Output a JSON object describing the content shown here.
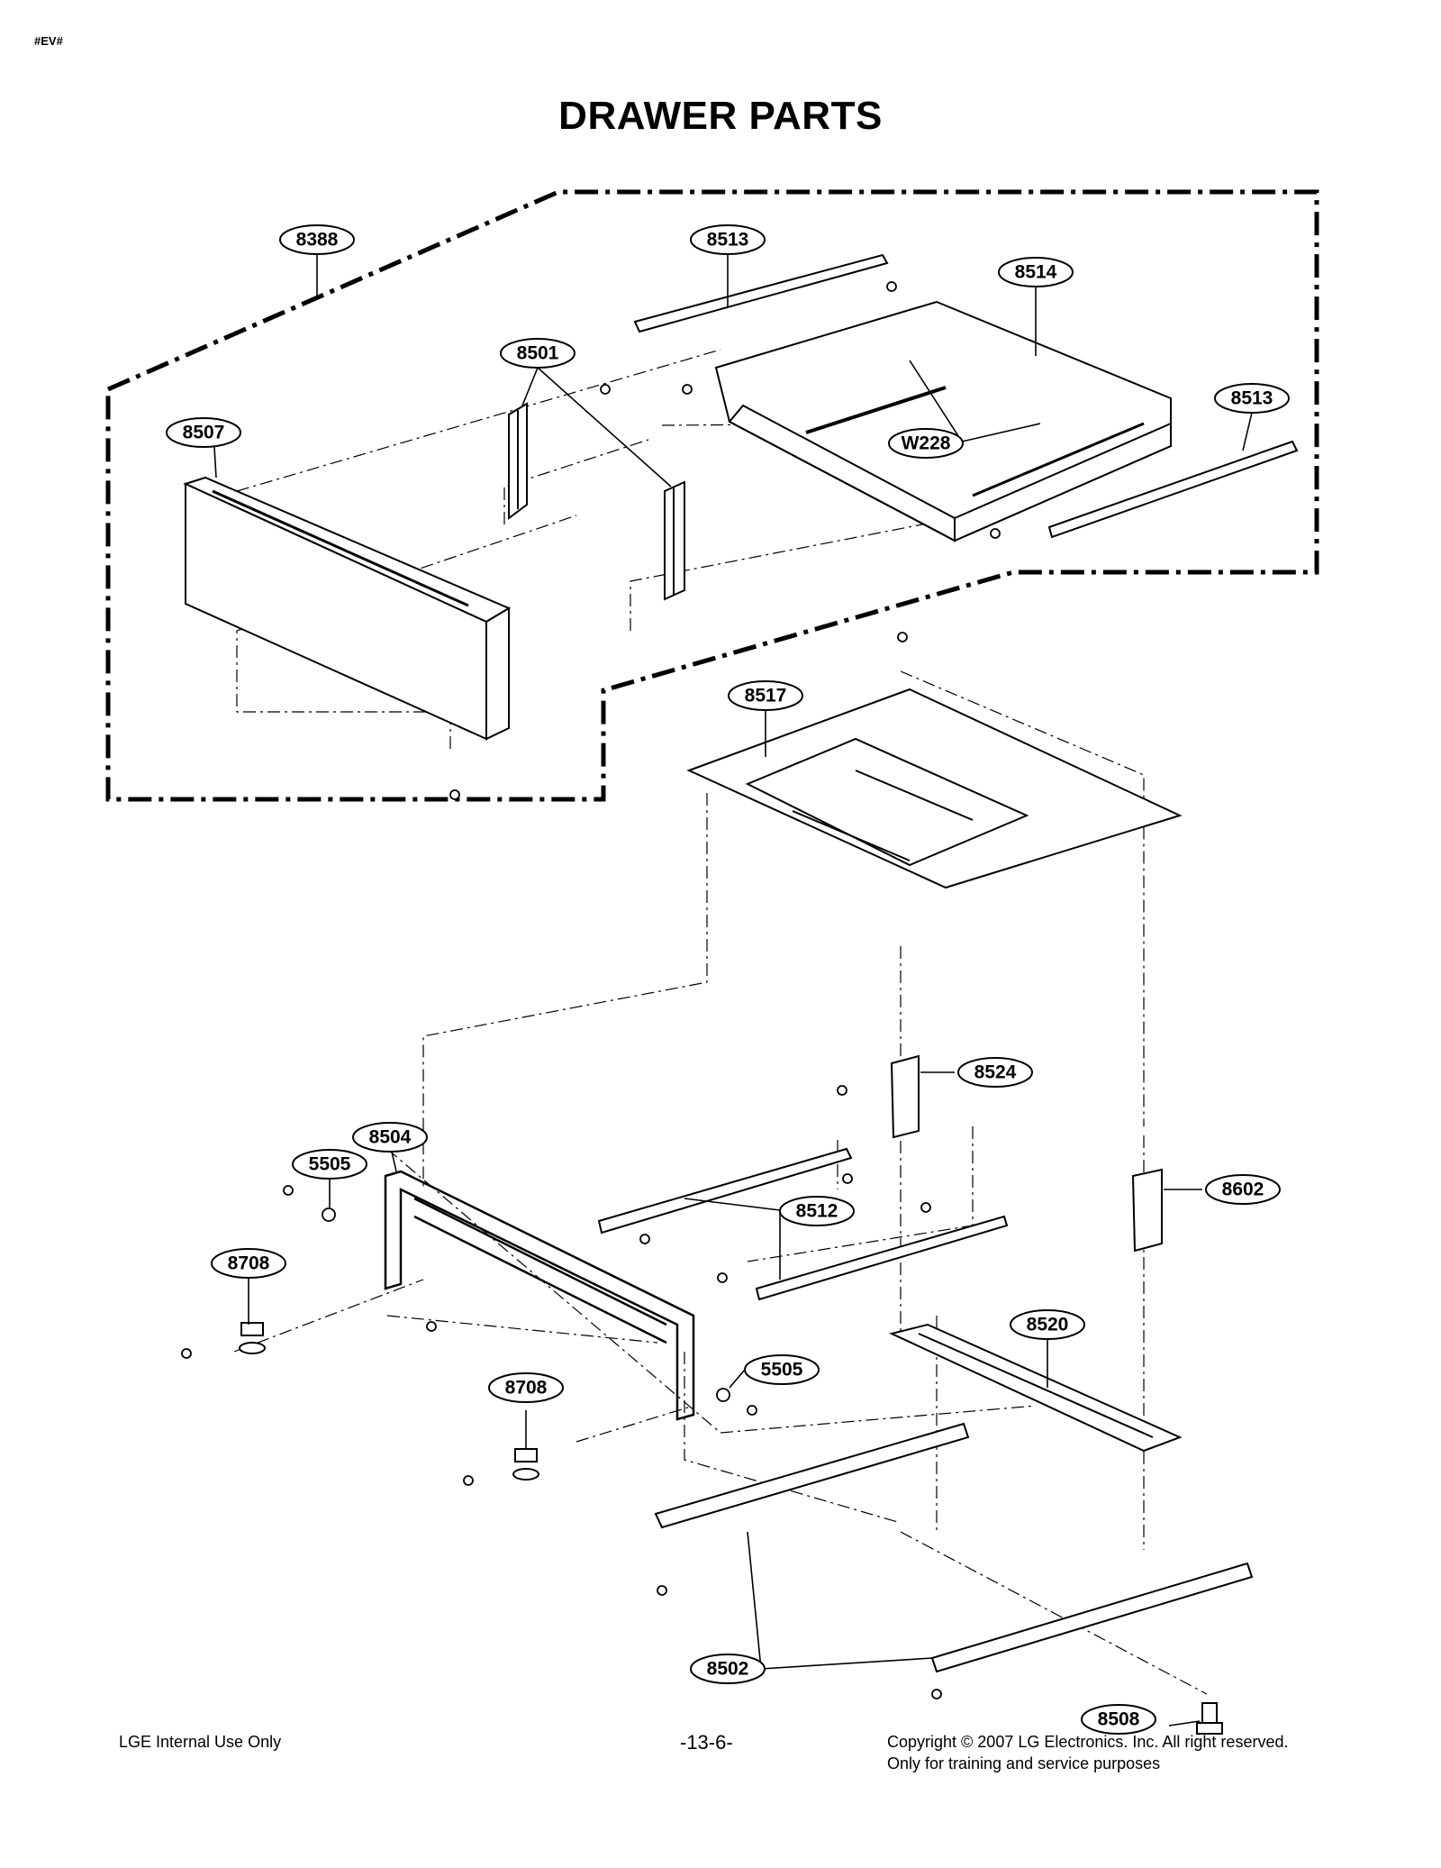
{
  "page": {
    "tag": "#EV#",
    "title": "DRAWER PARTS"
  },
  "callouts": {
    "c8388": "8388",
    "c8513a": "8513",
    "c8514": "8514",
    "c8501": "8501",
    "c8513b": "8513",
    "c8507": "8507",
    "cW228": "W228",
    "c8517": "8517",
    "c8524": "8524",
    "c8504": "8504",
    "c5505a": "5505",
    "c8602": "8602",
    "c8512": "8512",
    "c8708a": "8708",
    "c8520": "8520",
    "c5505b": "5505",
    "c8708b": "8708",
    "c8502": "8502",
    "c8508": "8508"
  },
  "footer": {
    "left": "LGE Internal Use Only",
    "center": "-13-6-",
    "right_line1": "Copyright © 2007 LG Electronics. Inc. All right reserved.",
    "right_line2": "Only for training and service purposes"
  }
}
